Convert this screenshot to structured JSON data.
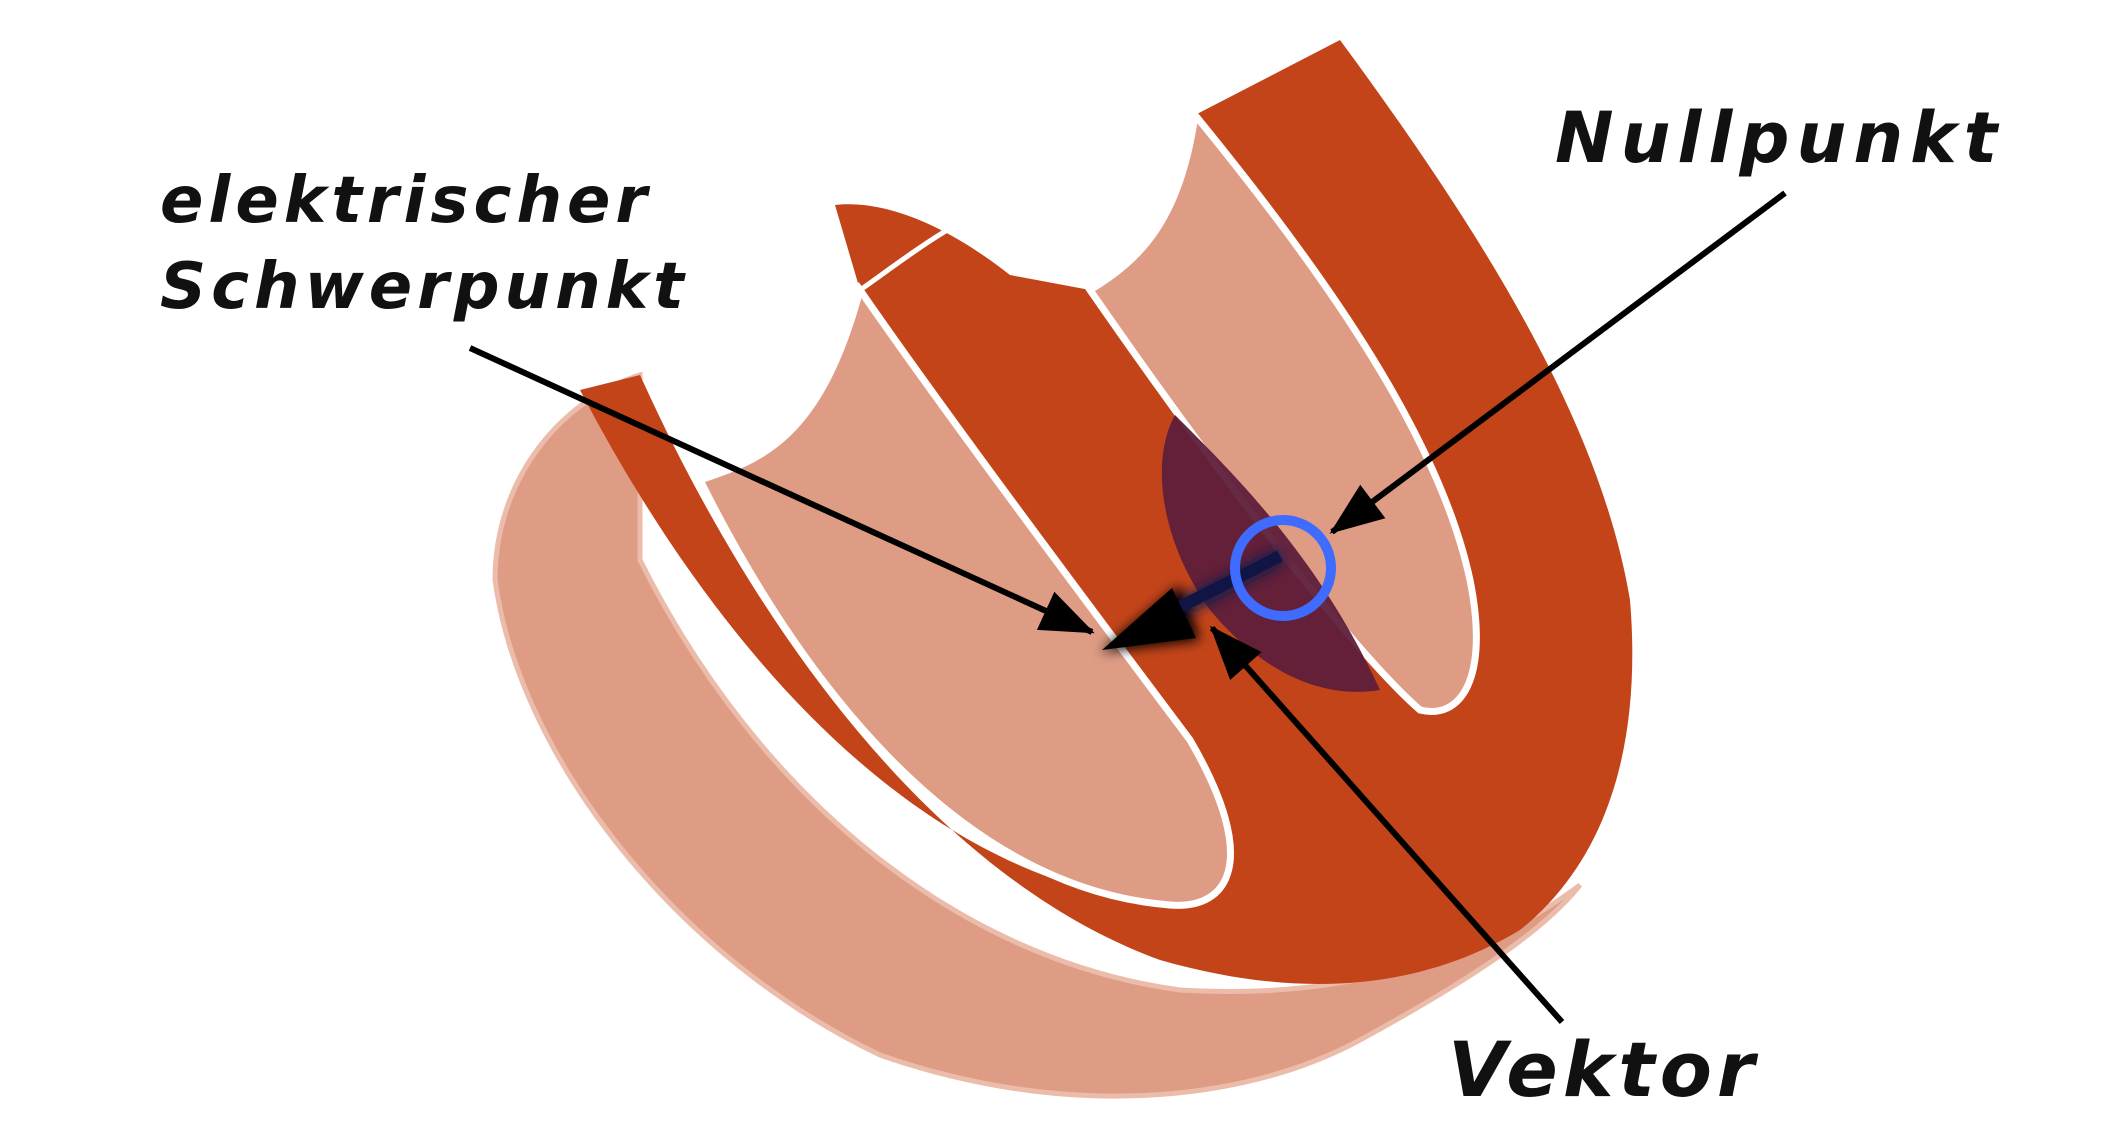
{
  "labels": {
    "schwerpunkt_line1": "elektrischer",
    "schwerpunkt_line2": "Schwerpunkt",
    "nullpunkt": "Nullpunkt",
    "vektor": "Vektor"
  },
  "colors": {
    "band_dark": "#c44419",
    "band_light": "#df9c85",
    "edge_light": "#ecbcab",
    "region_purple": "#5e1f3a",
    "marker_blue": "#3f6bff",
    "vector_navy": "#111a4e",
    "pointer": "#000000",
    "label_text": "#111111"
  }
}
